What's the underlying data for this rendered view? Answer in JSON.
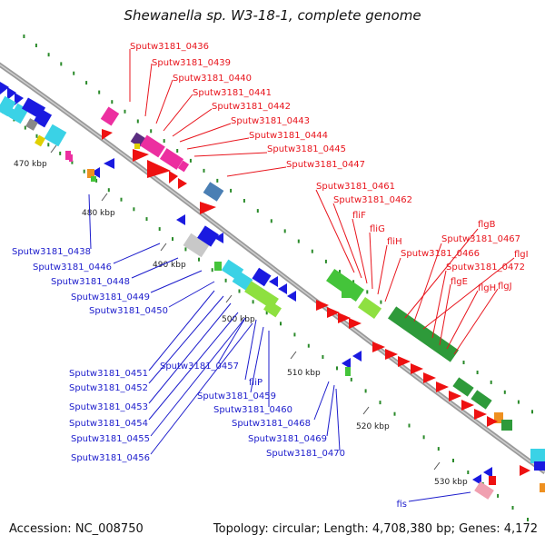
{
  "title": "Shewanella sp. W3-18-1, complete genome",
  "footer": {
    "accession": "Accession: NC_008750",
    "summary": "Topology: circular; Length: 4,708,380 bp; Genes: 4,172"
  },
  "scale_labels": [
    "470 kbp",
    "480 kbp",
    "490 kbp",
    "500 kbp",
    "510 kbp",
    "520 kbp",
    "530 kbp"
  ],
  "forward_strand_labels": [
    "Sputw3181_0436",
    "Sputw3181_0439",
    "Sputw3181_0440",
    "Sputw3181_0441",
    "Sputw3181_0442",
    "Sputw3181_0443",
    "Sputw3181_0444",
    "Sputw3181_0445",
    "Sputw3181_0447",
    "Sputw3181_0461",
    "Sputw3181_0462",
    "fliF",
    "fliG",
    "fliH",
    "Sputw3181_0466",
    "flgB",
    "Sputw3181_0467",
    "flgI",
    "Sputw3181_0472",
    "flgE",
    "flgH",
    "flgJ"
  ],
  "reverse_strand_labels": [
    "Sputw3181_0438",
    "Sputw3181_0446",
    "Sputw3181_0448",
    "Sputw3181_0449",
    "Sputw3181_0450",
    "Sputw3181_0451",
    "Sputw3181_0452",
    "Sputw3181_0457",
    "fliP",
    "Sputw3181_0453",
    "Sputw3181_0459",
    "Sputw3181_0454",
    "Sputw3181_0460",
    "Sputw3181_0468",
    "Sputw3181_0455",
    "Sputw3181_0469",
    "Sputw3181_0456",
    "Sputw3181_0470",
    "fis"
  ],
  "colors": {
    "forward_label": "#e8141c",
    "reverse_label": "#1c1ccc",
    "backbone": "#8a8a8a",
    "dots": "#2a8a2a"
  }
}
